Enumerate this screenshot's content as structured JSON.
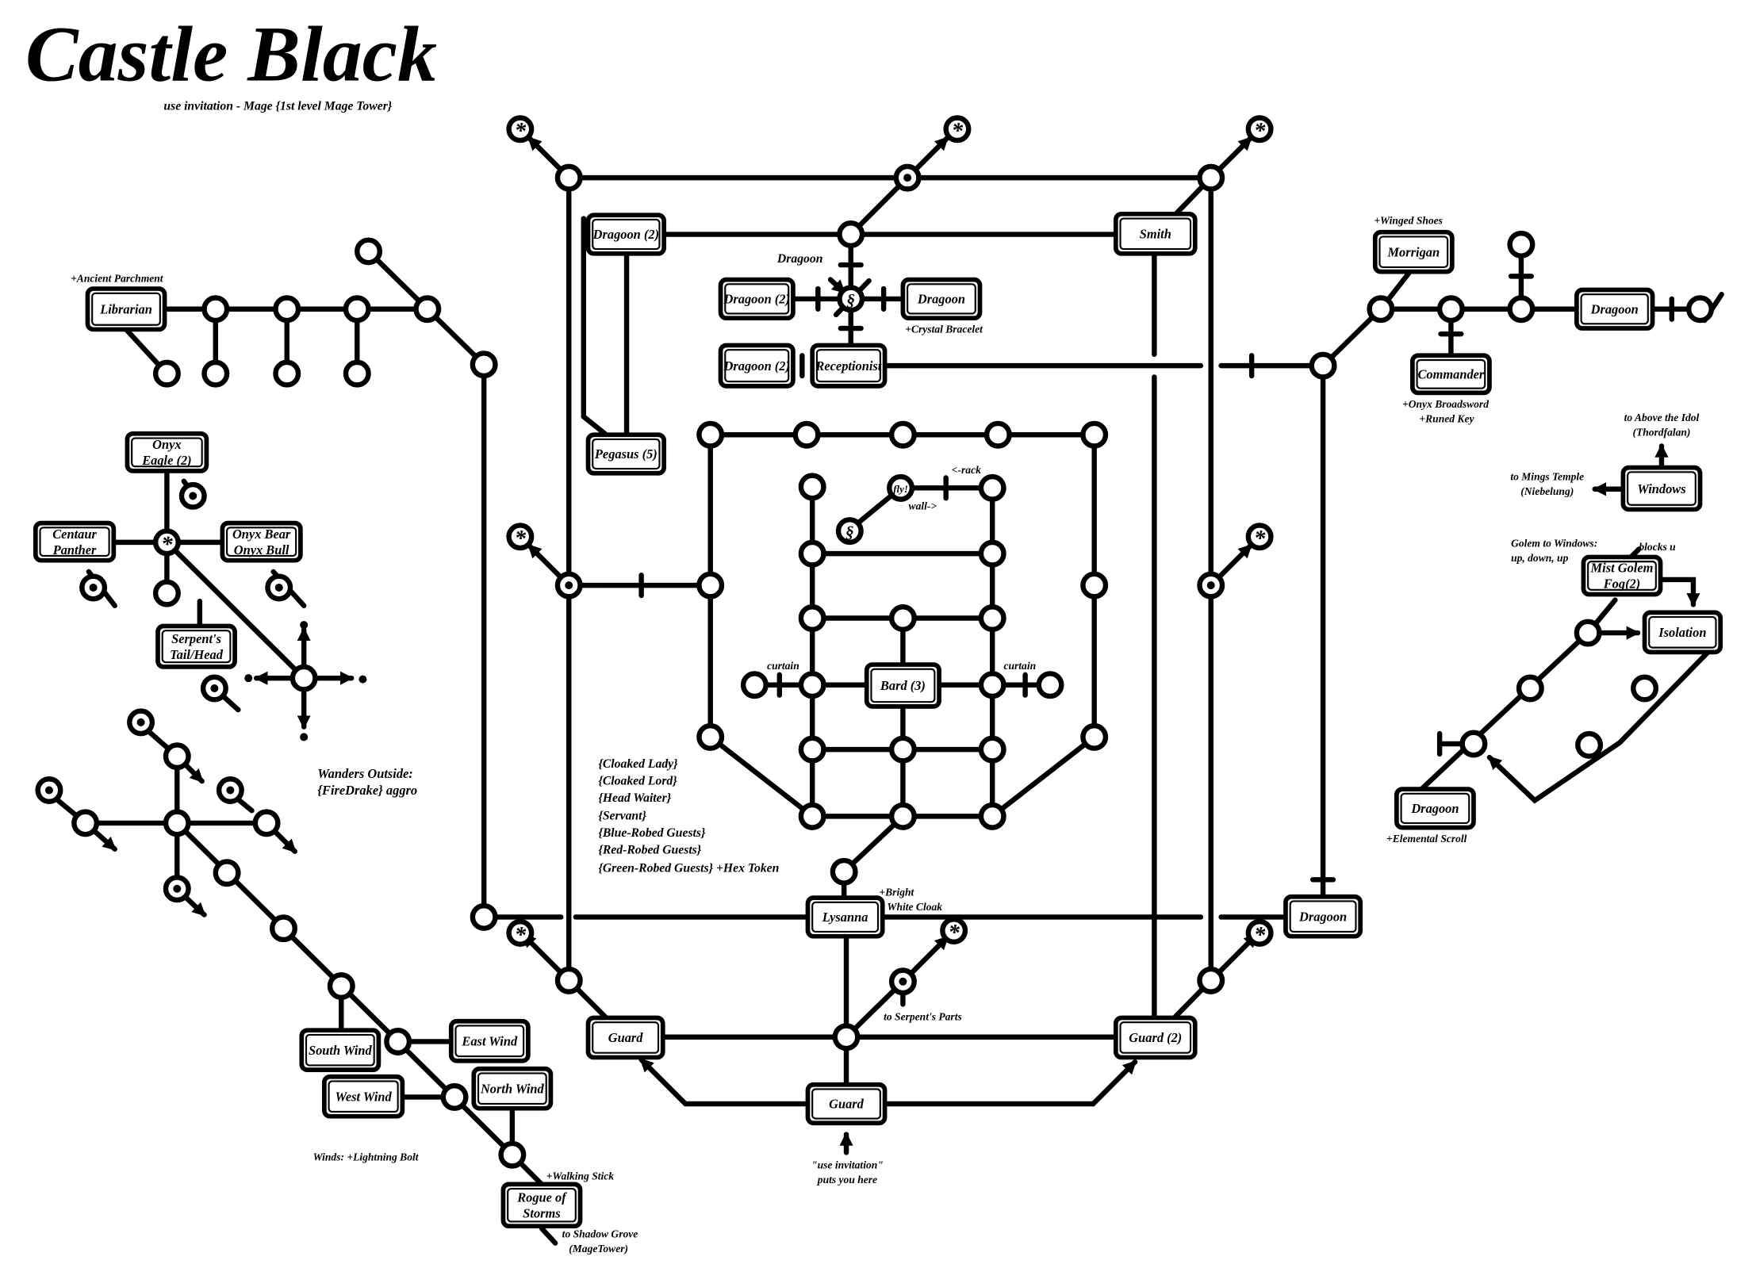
{
  "title": "Castle Black",
  "subtitle": "use invitation - Mage {1st level Mage Tower}",
  "rooms": [
    {
      "id": "librarian",
      "label": [
        "Librarian"
      ],
      "interactable": true
    },
    {
      "id": "onyx-eagle",
      "label": [
        "Onyx",
        "Eagle (2)"
      ],
      "interactable": true
    },
    {
      "id": "centaur-panther",
      "label": [
        "Centaur",
        "Panther"
      ],
      "interactable": true
    },
    {
      "id": "onyx-bear-bull",
      "label": [
        "Onyx Bear",
        "Onyx Bull"
      ],
      "interactable": true
    },
    {
      "id": "serpents-tail",
      "label": [
        "Serpent's",
        "Tail/Head"
      ],
      "interactable": true
    },
    {
      "id": "dragoon-2-a",
      "label": [
        "Dragoon (2)"
      ],
      "interactable": true
    },
    {
      "id": "pegasus",
      "label": [
        "Pegasus (5)"
      ],
      "interactable": true
    },
    {
      "id": "dragoon-2-b",
      "label": [
        "Dragoon (2)"
      ],
      "interactable": true
    },
    {
      "id": "dragoon-right",
      "label": [
        "Dragoon"
      ],
      "interactable": true
    },
    {
      "id": "dragoon-2-c",
      "label": [
        "Dragoon (2)"
      ],
      "interactable": true
    },
    {
      "id": "receptionist",
      "label": [
        "Receptionist"
      ],
      "interactable": true
    },
    {
      "id": "smith",
      "label": [
        "Smith"
      ],
      "interactable": true
    },
    {
      "id": "morrigan",
      "label": [
        "Morrigan"
      ],
      "interactable": true
    },
    {
      "id": "commander",
      "label": [
        "Commander"
      ],
      "interactable": true
    },
    {
      "id": "dragoon-ne",
      "label": [
        "Dragoon"
      ],
      "interactable": true
    },
    {
      "id": "windows",
      "label": [
        "Windows"
      ],
      "interactable": true
    },
    {
      "id": "mist-golem",
      "label": [
        "Mist Golem",
        "Fog(2)"
      ],
      "interactable": true
    },
    {
      "id": "isolation",
      "label": [
        "Isolation"
      ],
      "interactable": true
    },
    {
      "id": "dragoon-se",
      "label": [
        "Dragoon"
      ],
      "interactable": true
    },
    {
      "id": "bard",
      "label": [
        "Bard (3)"
      ],
      "interactable": true
    },
    {
      "id": "lysanna",
      "label": [
        "Lysanna"
      ],
      "interactable": true
    },
    {
      "id": "dragoon-e",
      "label": [
        "Dragoon"
      ],
      "interactable": true
    },
    {
      "id": "guard-left",
      "label": [
        "Guard"
      ],
      "interactable": true
    },
    {
      "id": "guard-2",
      "label": [
        "Guard (2)"
      ],
      "interactable": true
    },
    {
      "id": "guard-bottom",
      "label": [
        "Guard"
      ],
      "interactable": true
    },
    {
      "id": "south-wind",
      "label": [
        "South Wind"
      ],
      "interactable": true
    },
    {
      "id": "east-wind",
      "label": [
        "East Wind"
      ],
      "interactable": true
    },
    {
      "id": "west-wind",
      "label": [
        "West Wind"
      ],
      "interactable": true
    },
    {
      "id": "north-wind",
      "label": [
        "North Wind"
      ],
      "interactable": true
    },
    {
      "id": "rogue-of-storms",
      "label": [
        "Rogue of",
        "Storms"
      ],
      "interactable": true
    }
  ],
  "annotations": [
    {
      "id": "ancient-parchment",
      "text": "+Ancient Parchment"
    },
    {
      "id": "dragoon-note",
      "text": "Dragoon"
    },
    {
      "id": "crystal-bracelet",
      "text": "+Crystal Bracelet"
    },
    {
      "id": "winged-shoes",
      "text": "+Winged Shoes"
    },
    {
      "id": "onyx-broadsword",
      "text": "+Onyx Broadsword"
    },
    {
      "id": "runed-key",
      "text": "+Runed Key"
    },
    {
      "id": "to-above-idol-1",
      "text": "to Above the Idol"
    },
    {
      "id": "to-above-idol-2",
      "text": "(Thordfalan)"
    },
    {
      "id": "to-mings-1",
      "text": "to Mings Temple"
    },
    {
      "id": "to-mings-2",
      "text": "(Niebelung)"
    },
    {
      "id": "golem-1",
      "text": "Golem to Windows:"
    },
    {
      "id": "golem-2",
      "text": "up, down, up"
    },
    {
      "id": "blocks-u",
      "text": "blocks u"
    },
    {
      "id": "elemental-scroll",
      "text": "+Elemental Scroll"
    },
    {
      "id": "rack",
      "text": "<-rack"
    },
    {
      "id": "wall",
      "text": "wall->"
    },
    {
      "id": "fly",
      "text": "fly!"
    },
    {
      "id": "curtain-left",
      "text": "curtain"
    },
    {
      "id": "curtain-right",
      "text": "curtain"
    },
    {
      "id": "wanders-1",
      "text": "Wanders Outside:"
    },
    {
      "id": "wanders-2",
      "text": "{FireDrake} aggro"
    },
    {
      "id": "guests-1",
      "text": "{Cloaked Lady}"
    },
    {
      "id": "guests-2",
      "text": "{Cloaked Lord}"
    },
    {
      "id": "guests-3",
      "text": "{Head Waiter}"
    },
    {
      "id": "guests-4",
      "text": "{Servant}"
    },
    {
      "id": "guests-5",
      "text": "{Blue-Robed Guests}"
    },
    {
      "id": "guests-6",
      "text": "{Red-Robed Guests}"
    },
    {
      "id": "guests-7",
      "text": "{Green-Robed Guests} +Hex Token"
    },
    {
      "id": "bright-cloak-1",
      "text": "+Bright"
    },
    {
      "id": "bright-cloak-2",
      "text": "White Cloak"
    },
    {
      "id": "serpents-parts",
      "text": "to Serpent's Parts"
    },
    {
      "id": "invitation-1",
      "text": "\"use invitation\""
    },
    {
      "id": "invitation-2",
      "text": "puts you here"
    },
    {
      "id": "winds",
      "text": "Winds: +Lightning Bolt"
    },
    {
      "id": "walking-stick",
      "text": "+Walking Stick"
    },
    {
      "id": "shadow-grove-1",
      "text": "to Shadow Grove"
    },
    {
      "id": "shadow-grove-2",
      "text": "(MageTower)"
    }
  ]
}
